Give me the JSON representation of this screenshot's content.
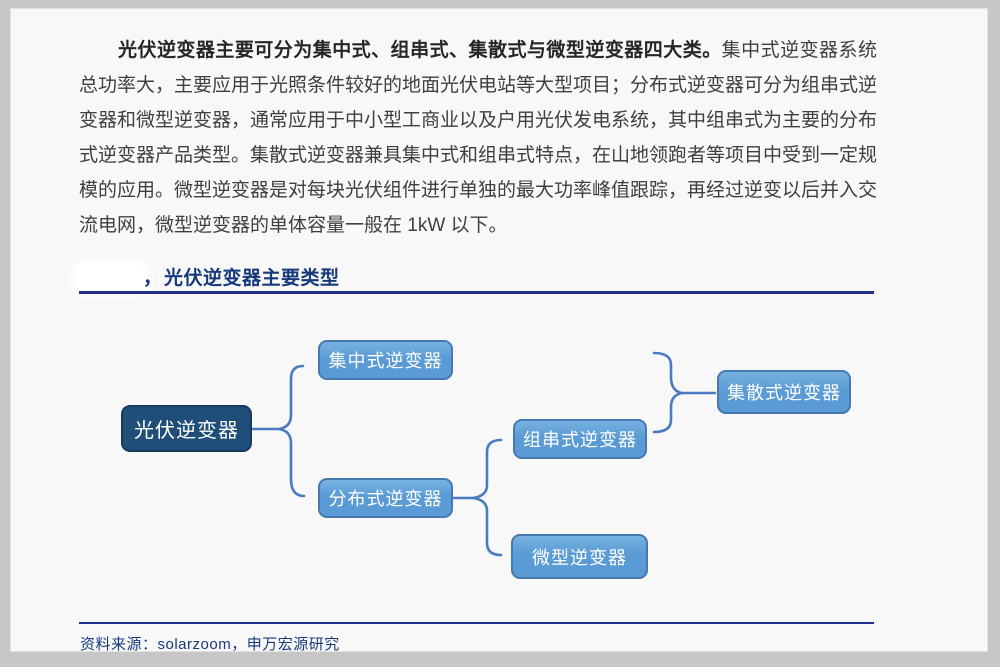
{
  "report": {
    "paragraph": {
      "lead_bold": "光伏逆变器主要可分为集中式、组串式、集散式与微型逆变器四大类。",
      "body": "集中式逆变器系统总功率大，主要应用于光照条件较好的地面光伏电站等大型项目；分布式逆变器可分为组串式逆变器和微型逆变器，通常应用于中小型工商业以及户用光伏发电系统，其中组串式为主要的分布式逆变器产品类型。集散式逆变器兼具集中式和组串式特点，在山地领跑者等项目中受到一定规模的应用。微型逆变器是对每块光伏组件进行单独的最大功率峰值跟踪，再经过逆变以后并入交流电网，微型逆变器的单体容量一般在 1kW 以下。"
    },
    "figure": {
      "obscured_prefix_mark": "，",
      "title": "光伏逆变器主要类型",
      "source_line": "资料来源：solarzoom，申万宏源研究"
    },
    "diagram": {
      "nodes": [
        {
          "id": "root",
          "label": "光伏逆变器"
        },
        {
          "id": "centralized",
          "label": "集中式逆变器"
        },
        {
          "id": "distributed",
          "label": "分布式逆变器"
        },
        {
          "id": "string",
          "label": "组串式逆变器"
        },
        {
          "id": "micro",
          "label": "微型逆变器"
        },
        {
          "id": "hybrid",
          "label": "集散式逆变器"
        }
      ]
    },
    "colors": {
      "heading_navy": "#16397c",
      "rule_blue": "#232f8c",
      "root_node_fill": "#1f4e79",
      "child_node_fill": "#5b9bd5",
      "child_node_border": "#4579b0",
      "connector_blue": "#4a7bbe",
      "body_text": "#3f3f3f",
      "page_background": "#f8f8f8",
      "frame_background": "#c7c7c7"
    }
  }
}
